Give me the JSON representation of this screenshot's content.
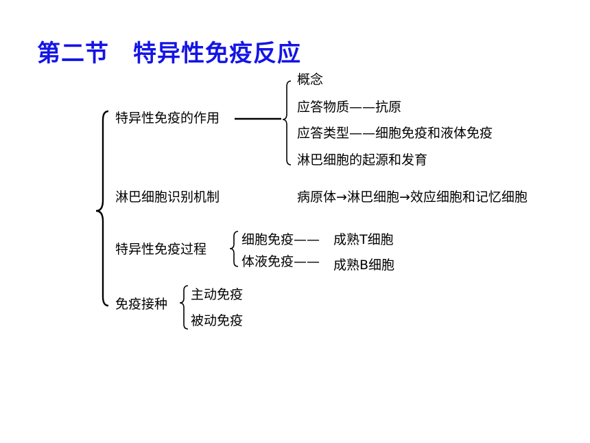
{
  "title": "第二节　特异性免疫反应",
  "branches": {
    "function": {
      "label": "特异性免疫的作用",
      "items": [
        "概念",
        "应答物质——抗原",
        "应答类型——细胞免疫和液体免疫",
        "淋巴细胞的起源和发育"
      ]
    },
    "recognition": {
      "label": "淋巴细胞识别机制",
      "flow": [
        "病原体",
        "淋巴细胞",
        "效应细胞和记忆细胞"
      ],
      "arrow": "→"
    },
    "process": {
      "label": "特异性免疫过程",
      "items": [
        {
          "name": "细胞免疫",
          "dash": "——",
          "result": "成熟T细胞"
        },
        {
          "name": "体液免疫",
          "dash": "——",
          "result": "成熟B细胞"
        }
      ]
    },
    "vaccination": {
      "label": "免疫接种",
      "items": [
        "主动免疫",
        "被动免疫"
      ]
    }
  }
}
